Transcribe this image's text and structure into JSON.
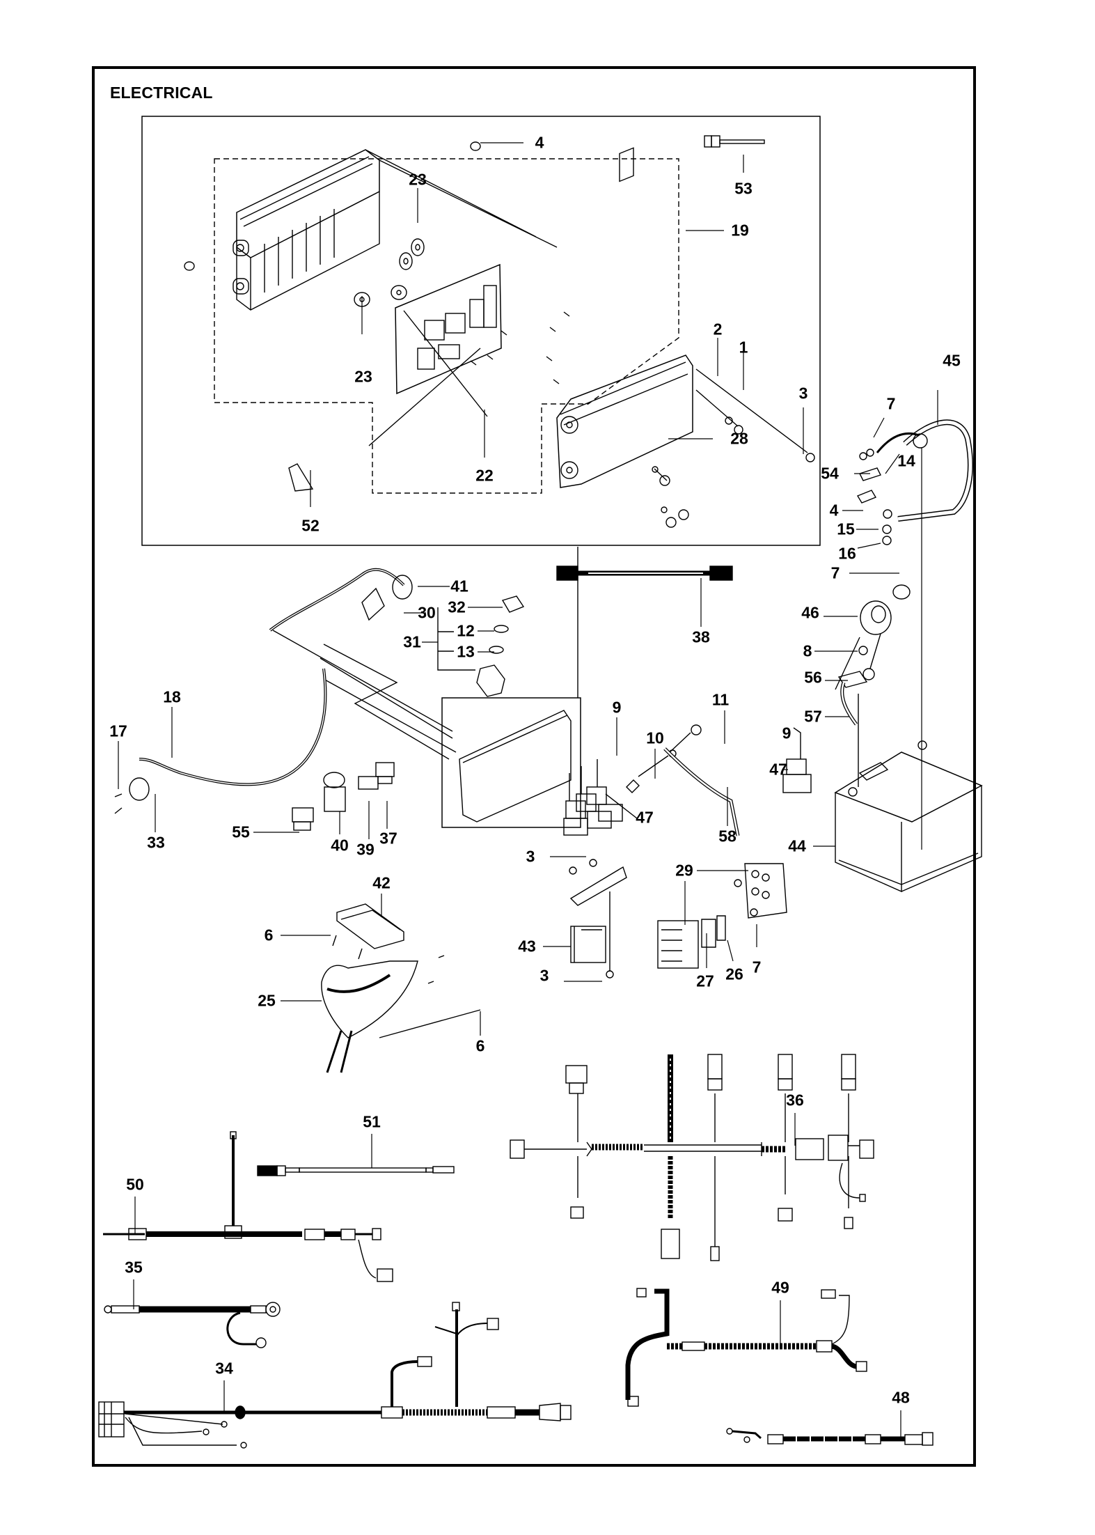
{
  "page": {
    "title": "ELECTRICAL",
    "background_color": "#ffffff",
    "ink_color": "#000000"
  },
  "callouts": [
    {
      "id": "c-4a",
      "label": "4",
      "part": "clip-nut"
    },
    {
      "id": "c-23a",
      "label": "23",
      "part": "grommet"
    },
    {
      "id": "c-19",
      "label": "19",
      "part": "control-module-assembly"
    },
    {
      "id": "c-53",
      "label": "53",
      "part": "short-connector-lead"
    },
    {
      "id": "c-23b",
      "label": "23",
      "part": "grommet"
    },
    {
      "id": "c-2",
      "label": "2",
      "part": "washer"
    },
    {
      "id": "c-1",
      "label": "1",
      "part": "ring-terminal-screw"
    },
    {
      "id": "c-3a",
      "label": "3",
      "part": "screw"
    },
    {
      "id": "c-28",
      "label": "28",
      "part": "module-cover"
    },
    {
      "id": "c-22",
      "label": "22",
      "part": "screw"
    },
    {
      "id": "c-52",
      "label": "52",
      "part": "ground-lead"
    },
    {
      "id": "c-45",
      "label": "45",
      "part": "battery-cable"
    },
    {
      "id": "c-7a",
      "label": "7",
      "part": "bolt"
    },
    {
      "id": "c-54",
      "label": "54",
      "part": "plate"
    },
    {
      "id": "c-14",
      "label": "14",
      "part": "bolt"
    },
    {
      "id": "c-4b",
      "label": "4",
      "part": "clip-nut"
    },
    {
      "id": "c-15",
      "label": "15",
      "part": "washer"
    },
    {
      "id": "c-16",
      "label": "16",
      "part": "nut"
    },
    {
      "id": "c-7b",
      "label": "7",
      "part": "bolt"
    },
    {
      "id": "c-46",
      "label": "46",
      "part": "main-switch"
    },
    {
      "id": "c-8",
      "label": "8",
      "part": "nut"
    },
    {
      "id": "c-56",
      "label": "56",
      "part": "bracket"
    },
    {
      "id": "c-57",
      "label": "57",
      "part": "ground-cable"
    },
    {
      "id": "c-41",
      "label": "41",
      "part": "ignition-switch"
    },
    {
      "id": "c-30",
      "label": "30",
      "part": "connector"
    },
    {
      "id": "c-32",
      "label": "32",
      "part": "key"
    },
    {
      "id": "c-12",
      "label": "12",
      "part": "ring"
    },
    {
      "id": "c-13",
      "label": "13",
      "part": "ring"
    },
    {
      "id": "c-31",
      "label": "31",
      "part": "key-switch-kit"
    },
    {
      "id": "c-38",
      "label": "38",
      "part": "harness-link"
    },
    {
      "id": "c-18",
      "label": "18",
      "part": "socket-lead"
    },
    {
      "id": "c-17",
      "label": "17",
      "part": "screw"
    },
    {
      "id": "c-33",
      "label": "33",
      "part": "power-socket"
    },
    {
      "id": "c-55",
      "label": "55",
      "part": "main-harness"
    },
    {
      "id": "c-40",
      "label": "40",
      "part": "push-button"
    },
    {
      "id": "c-39",
      "label": "39",
      "part": "switch"
    },
    {
      "id": "c-37",
      "label": "37",
      "part": "rocker-switch"
    },
    {
      "id": "c-9a",
      "label": "9",
      "part": "screw"
    },
    {
      "id": "c-10",
      "label": "10",
      "part": "fuse"
    },
    {
      "id": "c-11",
      "label": "11",
      "part": "cable-lug"
    },
    {
      "id": "c-47a",
      "label": "47",
      "part": "relay"
    },
    {
      "id": "c-58",
      "label": "58",
      "part": "cable"
    },
    {
      "id": "c-9b",
      "label": "9",
      "part": "screw"
    },
    {
      "id": "c-47b",
      "label": "47",
      "part": "relay"
    },
    {
      "id": "c-44",
      "label": "44",
      "part": "battery"
    },
    {
      "id": "c-42",
      "label": "42",
      "part": "display"
    },
    {
      "id": "c-6a",
      "label": "6",
      "part": "screw"
    },
    {
      "id": "c-25",
      "label": "25",
      "part": "dashboard-housing"
    },
    {
      "id": "c-6b",
      "label": "6",
      "part": "screw"
    },
    {
      "id": "c-3b",
      "label": "3",
      "part": "screw"
    },
    {
      "id": "c-43",
      "label": "43",
      "part": "fuse-holder"
    },
    {
      "id": "c-3c",
      "label": "3",
      "part": "screw"
    },
    {
      "id": "c-29",
      "label": "29",
      "part": "fuse-box"
    },
    {
      "id": "c-27",
      "label": "27",
      "part": "fuse"
    },
    {
      "id": "c-26",
      "label": "26",
      "part": "fuse"
    },
    {
      "id": "c-7c",
      "label": "7",
      "part": "bolt"
    },
    {
      "id": "c-36",
      "label": "36",
      "part": "engine-harness"
    },
    {
      "id": "c-51",
      "label": "51",
      "part": "extension-lead"
    },
    {
      "id": "c-50",
      "label": "50",
      "part": "sensor-harness"
    },
    {
      "id": "c-35",
      "label": "35",
      "part": "ground-cable"
    },
    {
      "id": "c-34",
      "label": "34",
      "part": "rear-harness"
    },
    {
      "id": "c-49",
      "label": "49",
      "part": "harness"
    },
    {
      "id": "c-48",
      "label": "48",
      "part": "harness"
    }
  ]
}
